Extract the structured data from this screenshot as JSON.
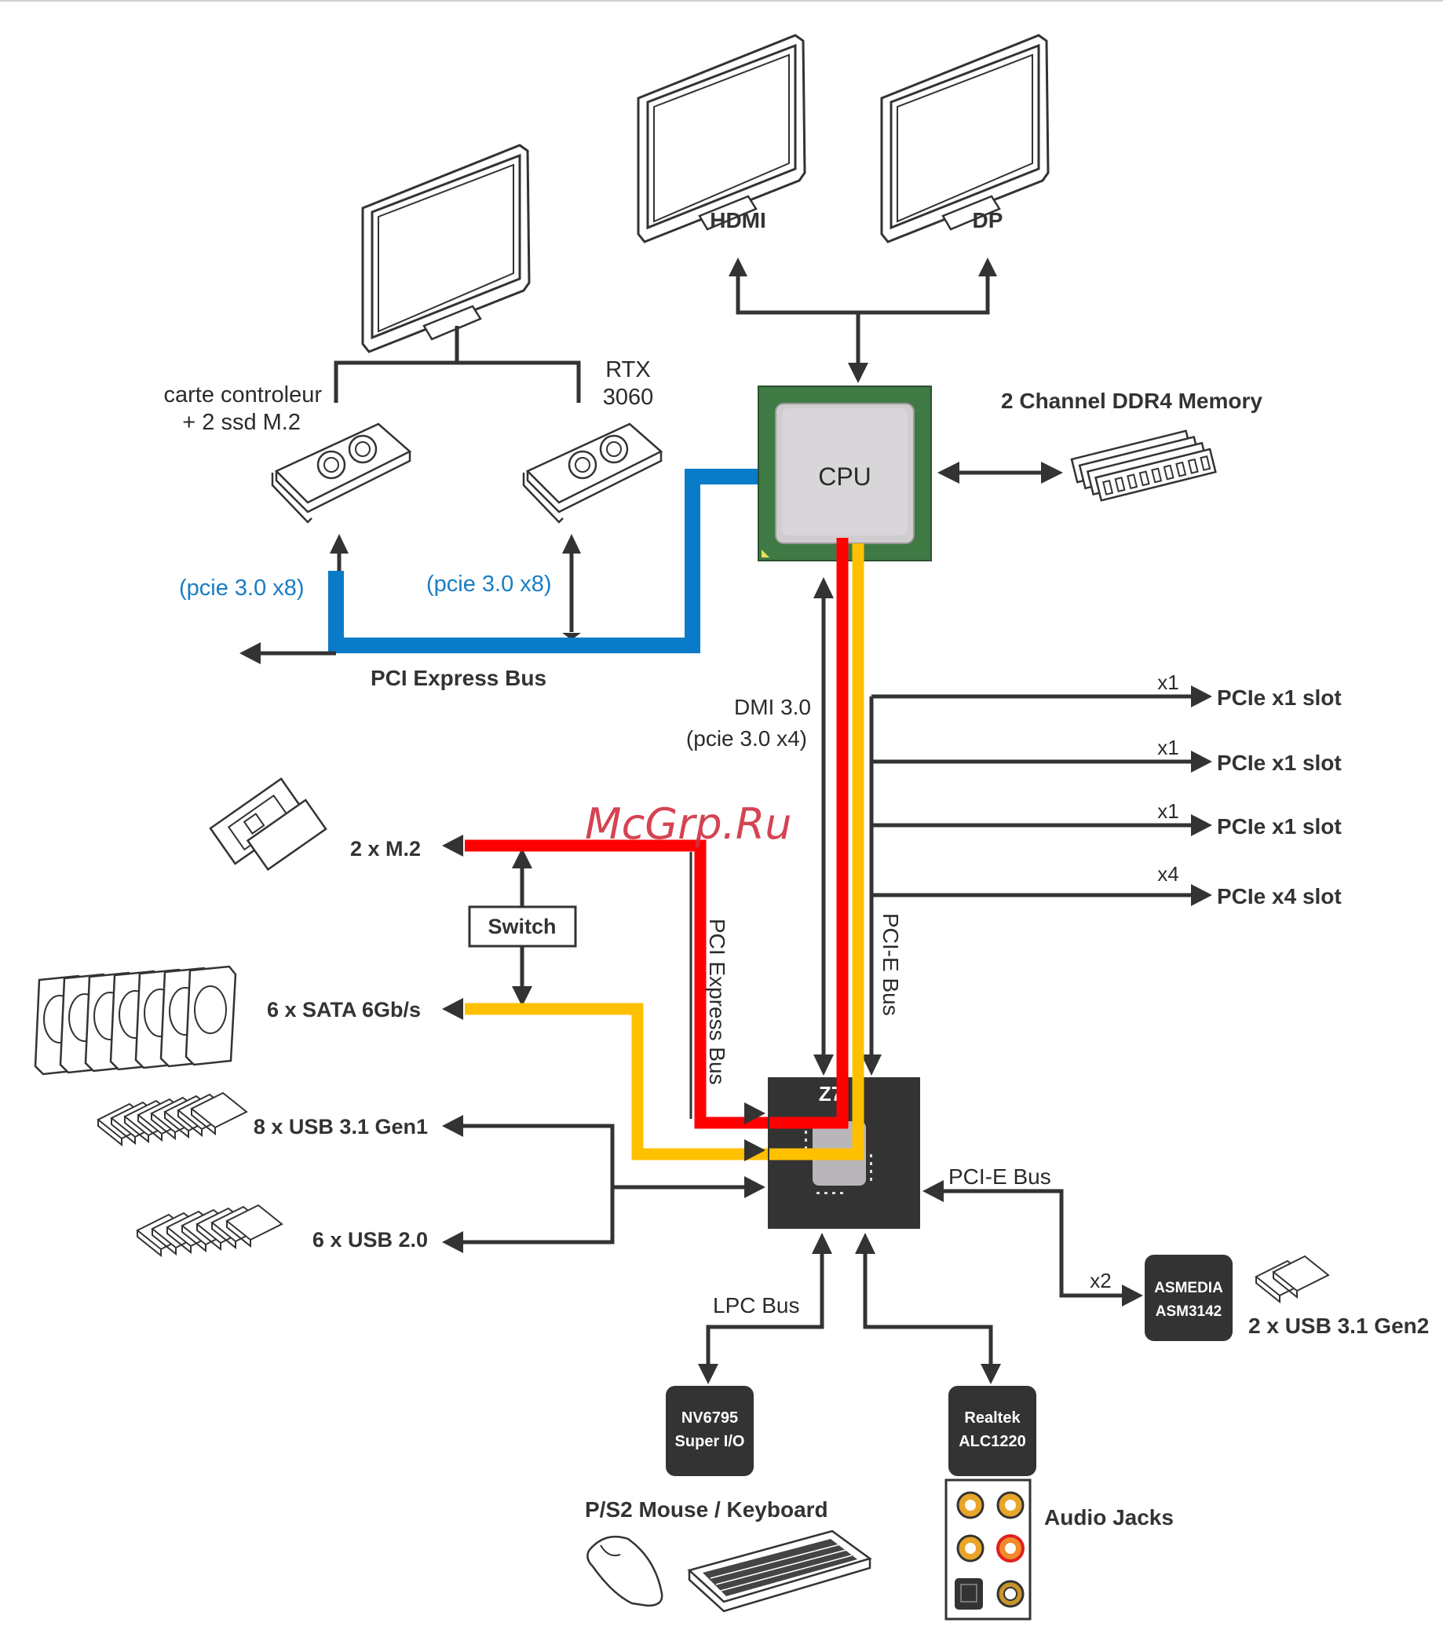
{
  "title_hint": "Motherboard block diagram",
  "displays": {
    "gpu_monitor": "",
    "hdmi_label": "HDMI",
    "dp_label": "DP"
  },
  "expansion": {
    "controller_card_line1": "carte controleur",
    "controller_card_line2": "+ 2 ssd M.2",
    "gpu_line1": "RTX",
    "gpu_line2": "3060",
    "left_link_label": "(pcie 3.0 x8)",
    "right_link_label": "(pcie 3.0 x8)",
    "bus_label": "PCI Express Bus"
  },
  "cpu": {
    "label": "CPU",
    "memory_label": "2 Channel DDR4 Memory"
  },
  "dmi": {
    "line1": "DMI 3.0",
    "line2": "(pcie 3.0 x4)"
  },
  "pcie_slots": [
    {
      "lanes": "x1",
      "label": "PCIe x1 slot"
    },
    {
      "lanes": "x1",
      "label": "PCIe x1 slot"
    },
    {
      "lanes": "x1",
      "label": "PCIe x1 slot"
    },
    {
      "lanes": "x4",
      "label": "PCIe x4 slot"
    }
  ],
  "pcie_bus_vertical_label": "PCI-E Bus",
  "storage": {
    "m2_label": "2 x M.2",
    "switch_label": "Switch",
    "sata_label": "6 x SATA 6Gb/s",
    "pci_express_vertical_label": "PCI Express Bus"
  },
  "usb": {
    "usb31_label": "8 x USB 3.1 Gen1",
    "usb20_label": "6 x USB 2.0"
  },
  "chipset": {
    "label": "Z7"
  },
  "asmedia": {
    "bus_label": "PCI-E Bus",
    "lanes": "x2",
    "chip_line1": "ASMEDIA",
    "chip_line2": "ASM3142",
    "ports_label": "2 x USB 3.1 Gen2"
  },
  "lpc": {
    "bus_label": "LPC Bus",
    "chip_line1": "NV6795",
    "chip_line2": "Super I/O",
    "peripherals_label": "P/S2 Mouse / Keyboard"
  },
  "audio": {
    "chip_line1": "Realtek",
    "chip_line2": "ALC1220",
    "jacks_label": "Audio Jacks"
  },
  "watermark": "McGrp.Ru",
  "colors": {
    "blue_bus": "#0a7bc8",
    "red_bus": "#ff0000",
    "yellow_bus": "#ffc000",
    "line": "#333333",
    "cpu_green": "#3f7a45",
    "chip_dark": "#333333"
  }
}
